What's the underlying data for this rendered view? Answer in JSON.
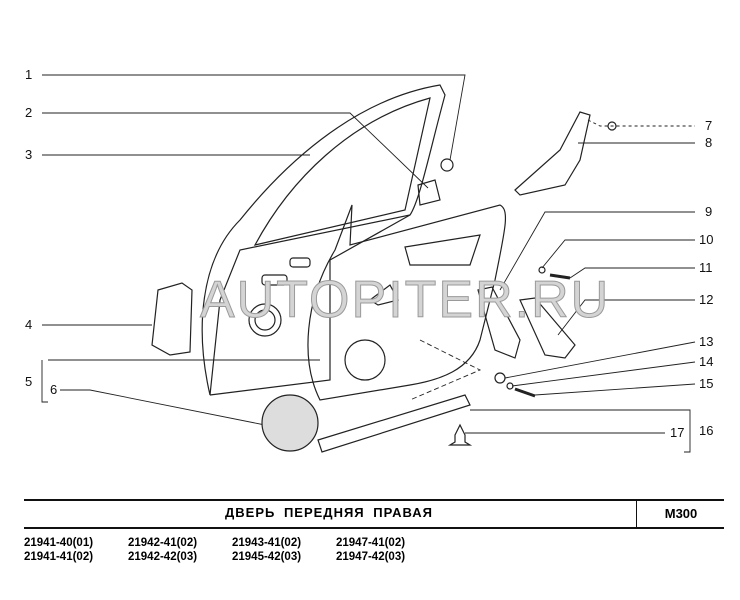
{
  "diagram": {
    "callouts": [
      "1",
      "2",
      "3",
      "4",
      "5",
      "6",
      "7",
      "8",
      "9",
      "10",
      "11",
      "12",
      "13",
      "14",
      "15",
      "16",
      "17"
    ],
    "watermark": "AUTOPITER.RU"
  },
  "title_block": {
    "title": "ДВЕРЬ ПЕРЕДНЯЯ ПРАВАЯ",
    "code": "М300"
  },
  "models": [
    "21941-40(01)",
    "21942-41(02)",
    "21943-41(02)",
    "21947-41(02)",
    "21941-41(02)",
    "21942-42(03)",
    "21945-42(03)",
    "21947-42(03)"
  ]
}
